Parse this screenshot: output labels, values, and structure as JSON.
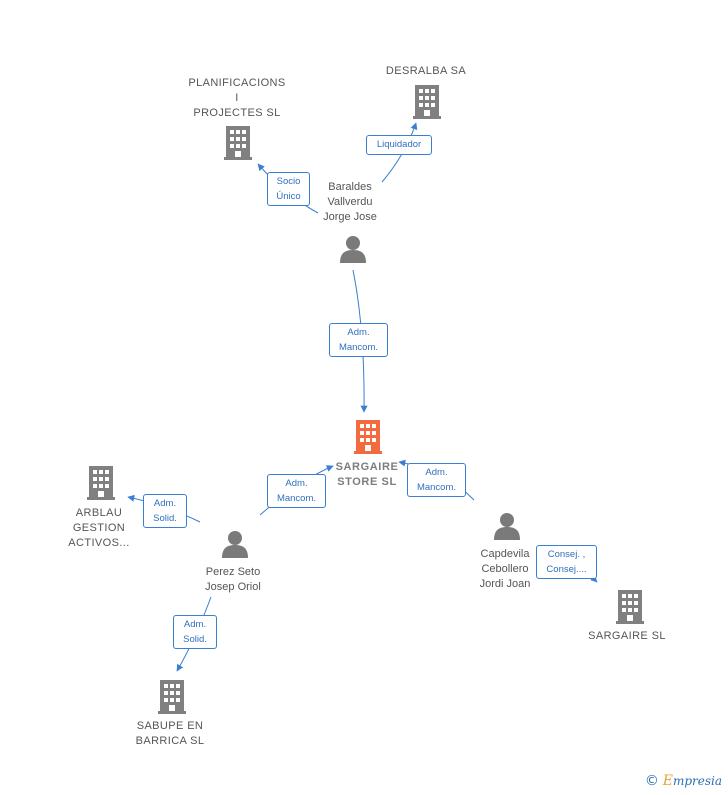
{
  "nodes": {
    "planificacions": {
      "label": "PLANIFICACIONS\nI\nPROJECTES SL",
      "type": "company"
    },
    "desralba": {
      "label": "DESRALBA SA",
      "type": "company"
    },
    "baraldes": {
      "label": "Baraldes\nVallverdu\nJorge Jose",
      "type": "person"
    },
    "sargaire_store": {
      "label": "SARGAIRE\nSTORE  SL",
      "type": "main-company"
    },
    "arblau": {
      "label": "ARBLAU\nGESTION\nACTIVOS...",
      "type": "company"
    },
    "perez": {
      "label": "Perez Seto\nJosep Oriol",
      "type": "person"
    },
    "capdevila": {
      "label": "Capdevila\nCebollero\nJordi Joan",
      "type": "person"
    },
    "sargaire_sl": {
      "label": "SARGAIRE SL",
      "type": "company"
    },
    "sabupe": {
      "label": "SABUPE EN\nBARRICA  SL",
      "type": "company"
    }
  },
  "edges": {
    "socio_unico": "Socio\nÚnico",
    "liquidador": "Liquidador",
    "adm_mancom_baraldes": "Adm.\nMancom.",
    "adm_mancom_perez": "Adm.\nMancom.",
    "adm_mancom_capdevila": "Adm.\nMancom.",
    "adm_solid_arblau": "Adm.\nSolid.",
    "adm_solid_sabupe": "Adm.\nSolid.",
    "consej": "Consej. ,\nConsej...."
  },
  "colors": {
    "edge": "#3a7fd0",
    "company_icon": "#808080",
    "main_icon": "#f26a3d",
    "person_icon": "#7a7a7a"
  },
  "watermark": {
    "symbol": "©",
    "text": "mpresia",
    "initial": "E"
  }
}
